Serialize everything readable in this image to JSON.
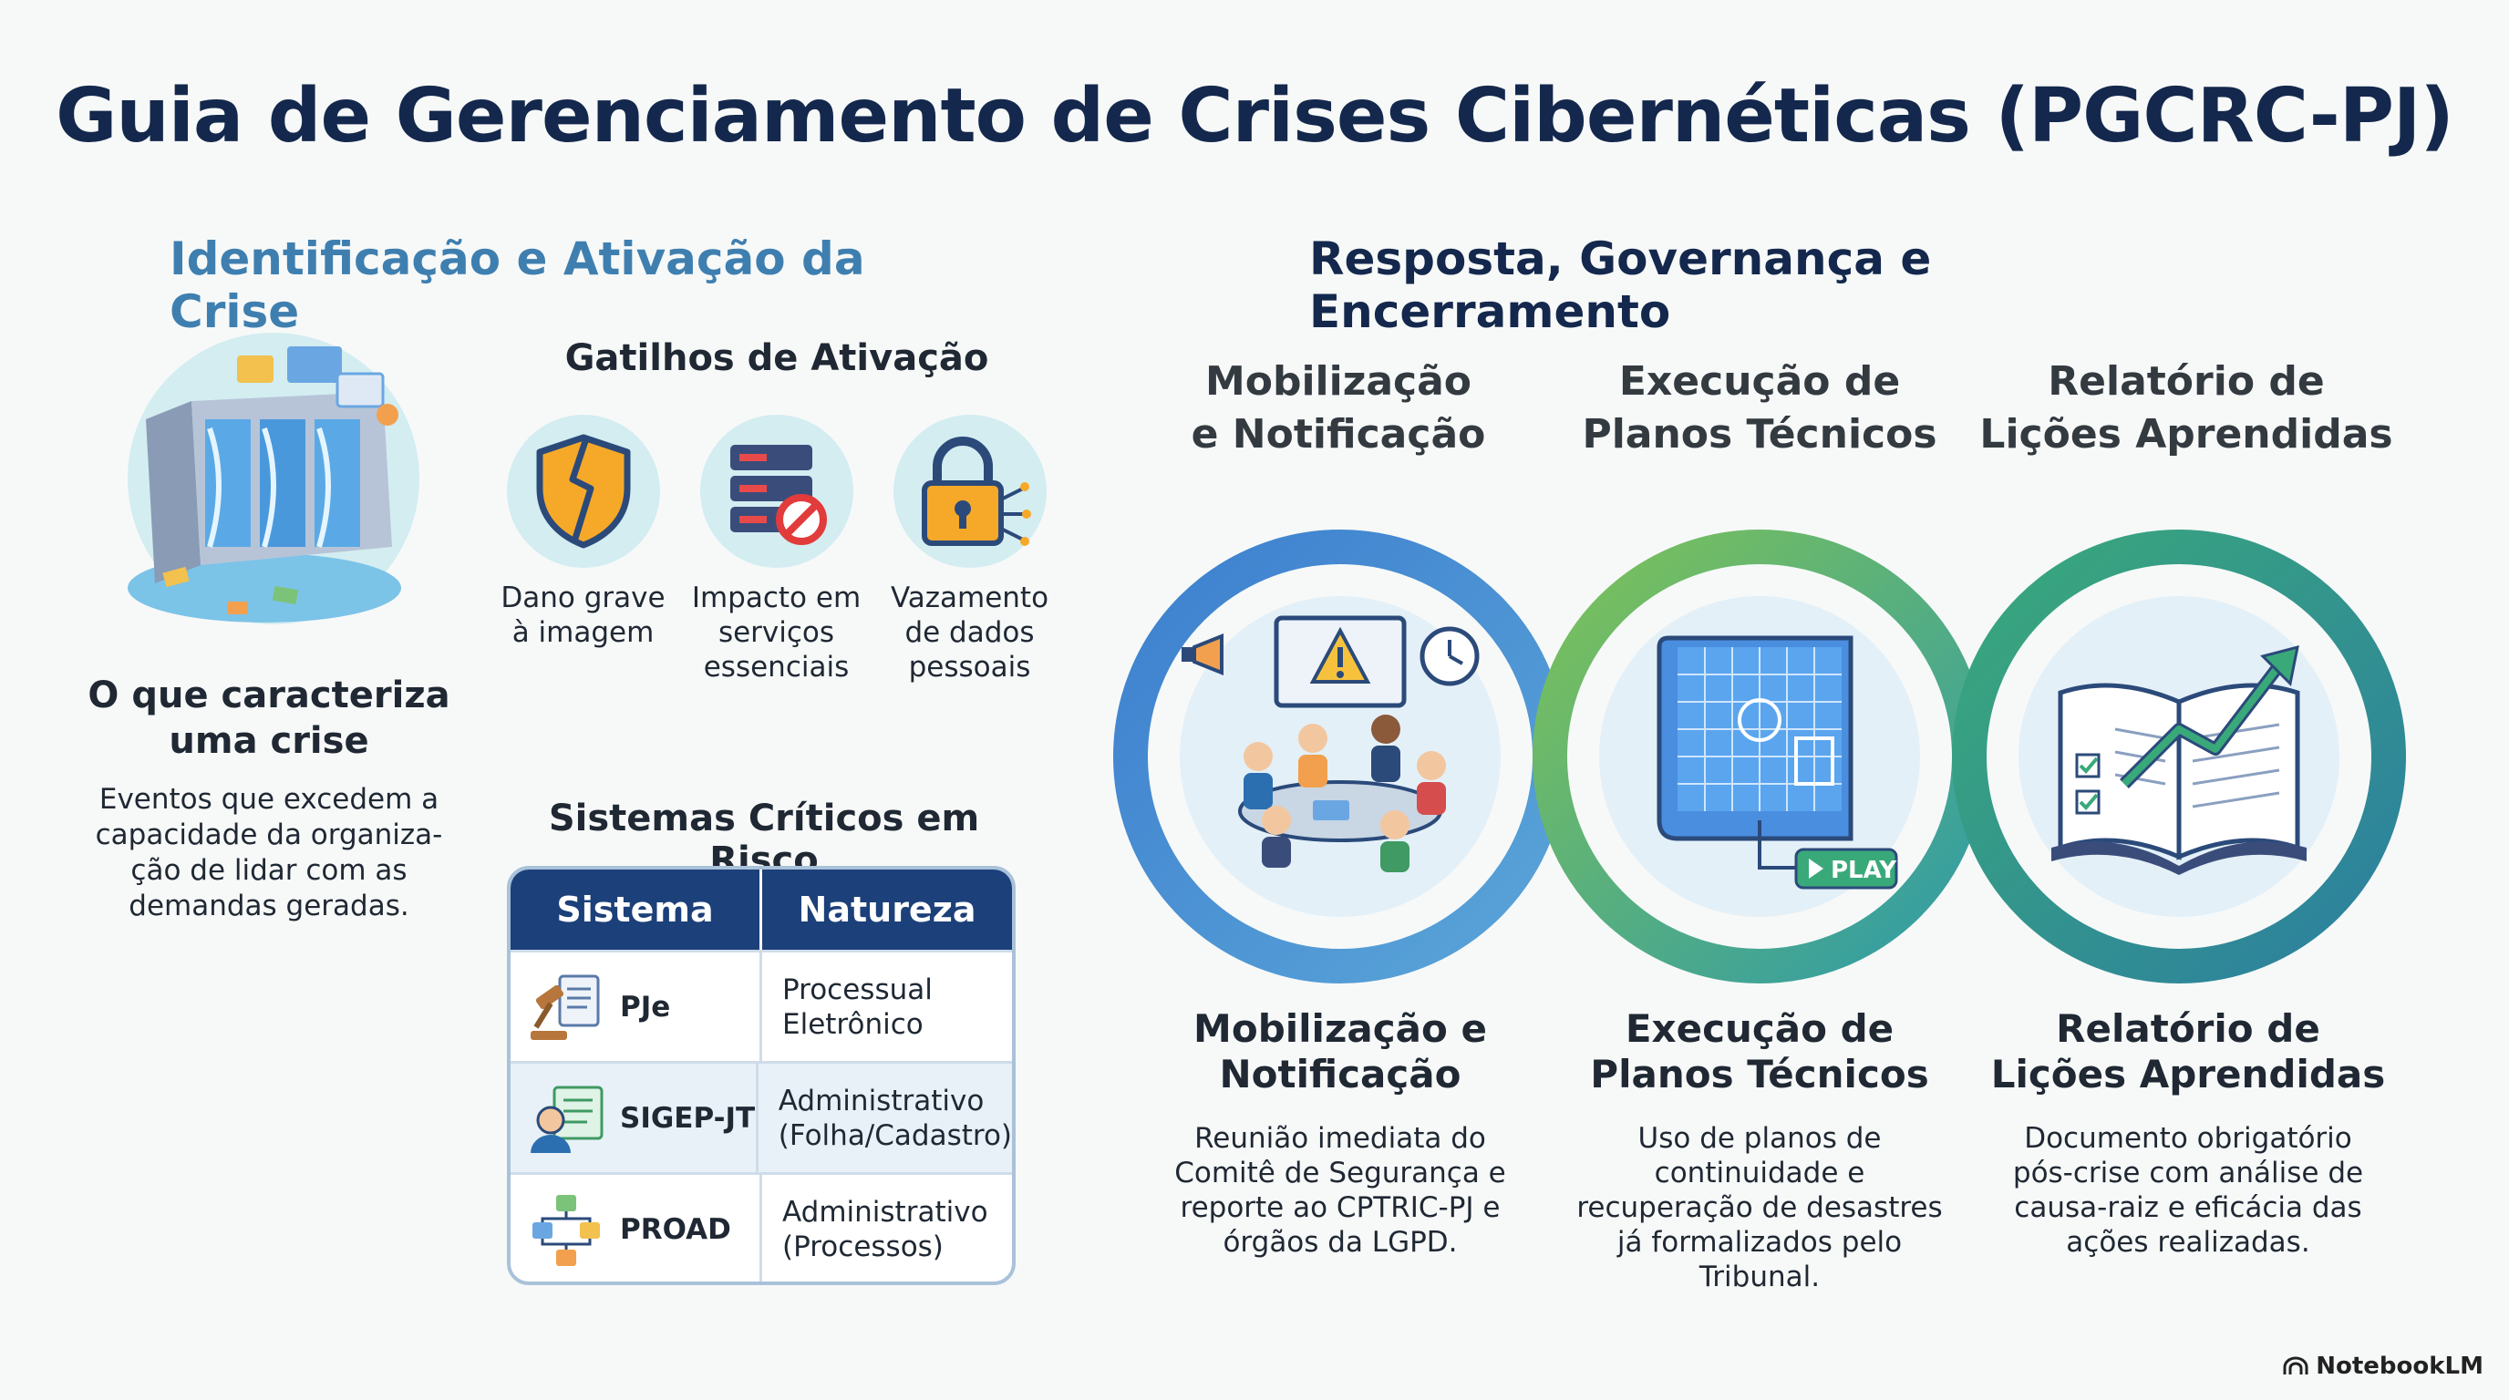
{
  "title": "Guia de Gerenciamento de Crises Cibernéticas (PGCRC-PJ)",
  "left_section": {
    "heading": "Identificação e Ativação da Crise",
    "crisis": {
      "title_line1": "O que caracteriza",
      "title_line2": "uma crise",
      "desc_line1": "Eventos que excedem a",
      "desc_line2": "capacidade da organiza-",
      "desc_line3": "ção de lidar com as",
      "desc_line4": "demandas geradas."
    },
    "triggers": {
      "title": "Gatilhos de Ativação",
      "items": [
        {
          "line1": "Dano grave",
          "line2": "à imagem",
          "line3": "",
          "icon": "broken-shield-icon"
        },
        {
          "line1": "Impacto em",
          "line2": "serviços",
          "line3": "essenciais",
          "icon": "server-blocked-icon"
        },
        {
          "line1": "Vazamento",
          "line2": "de dados",
          "line3": "pessoais",
          "icon": "padlock-icon"
        }
      ]
    },
    "systems": {
      "title": "Sistemas Críticos em Risco",
      "headers": [
        "Sistema",
        "Natureza"
      ],
      "rows": [
        {
          "name": "PJe",
          "nature_line1": "Processual",
          "nature_line2": "Eletrônico",
          "icon": "gavel-document-icon"
        },
        {
          "name": "SIGEP-JT",
          "nature_line1": "Administrativo",
          "nature_line2": "(Folha/Cadastro)",
          "icon": "user-record-icon"
        },
        {
          "name": "PROAD",
          "nature_line1": "Administrativo",
          "nature_line2": "(Processos)",
          "icon": "workflow-icon"
        }
      ]
    }
  },
  "right_section": {
    "heading": "Resposta, Governança e Encerramento",
    "phases": [
      {
        "top_line1": "Mobilização",
        "top_line2": "e Notificação",
        "title_line1": "Mobilização e",
        "title_line2": "Notificação",
        "desc_line1": "Reunião imediata do",
        "desc_line2": "Comitê de Segurança e",
        "desc_line3": "reporte ao CPTRIC-PJ e",
        "desc_line4": "órgãos da LGPD.",
        "desc_line5": "",
        "icon": "team-meeting-icon"
      },
      {
        "top_line1": "Execução de",
        "top_line2": "Planos Técnicos",
        "title_line1": "Execução de",
        "title_line2": "Planos Técnicos",
        "desc_line1": "Uso de planos de",
        "desc_line2": "continuidade e",
        "desc_line3": "recuperação de desastres",
        "desc_line4": "já formalizados pelo",
        "desc_line5": "Tribunal.",
        "icon": "blueprint-play-icon",
        "play_label": "PLAY"
      },
      {
        "top_line1": "Relatório de",
        "top_line2": "Lições Aprendidas",
        "title_line1": "Relatório de",
        "title_line2": "Lições Aprendidas",
        "desc_line1": "Documento obrigatório",
        "desc_line2": "pós-crise com análise de",
        "desc_line3": "causa-raiz e eficácia das",
        "desc_line4": "ações realizadas.",
        "desc_line5": "",
        "icon": "open-book-growth-icon"
      }
    ]
  },
  "footer": {
    "brand": "NotebookLM"
  },
  "colors": {
    "title": "#14284d",
    "left_heading": "#3f7fb0",
    "table_header": "#1c4079",
    "ring_blue": "#3d7fcf",
    "ring_green": "#7ec257",
    "ring_teal": "#2c8f9c"
  }
}
